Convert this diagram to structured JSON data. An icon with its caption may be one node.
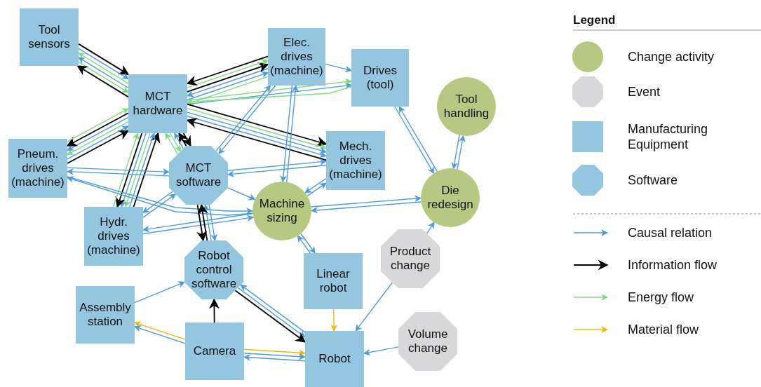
{
  "diagram": {
    "nodes": [
      {
        "text": [
          "Tool sensors"
        ]
      },
      {
        "text": [
          "Elec. drives (machine)"
        ]
      },
      {
        "text": [
          "Drives (tool)"
        ]
      },
      {
        "text": [
          "MCT hardware"
        ]
      },
      {
        "text": [
          "Tool handling"
        ]
      },
      {
        "text": [
          "Pneum. drives (machine)"
        ]
      },
      {
        "text": [
          "MCT software"
        ]
      },
      {
        "text": [
          "Mech. drives (machine)"
        ]
      },
      {
        "text": [
          "Machine sizing"
        ]
      },
      {
        "text": [
          "Die redesign"
        ]
      },
      {
        "text": [
          "Hydr. drives (machine)"
        ]
      },
      {
        "text": [
          "Robot control software"
        ]
      },
      {
        "text": [
          "Product change"
        ]
      },
      {
        "text": [
          "Linear robot"
        ]
      },
      {
        "text": [
          "Assembly station"
        ]
      },
      {
        "text": [
          "Camera"
        ]
      },
      {
        "text": [
          "Volume change"
        ]
      },
      {
        "text": [
          "Robot"
        ]
      }
    ],
    "edges": [
      {
        "from": 0,
        "to": 3,
        "arrow": "to",
        "color": "#000000"
      },
      {
        "from": 0,
        "to": 3,
        "arrow": "to"
      },
      {
        "from": 3,
        "to": 0,
        "arrow": "to",
        "color": "#7ddc7d"
      },
      {
        "from": 3,
        "to": 0,
        "arrow": "to"
      },
      {
        "from": 0,
        "to": 3,
        "arrow": "to",
        "color": "#7ddc7d"
      },
      {
        "from": 3,
        "to": 0,
        "arrow": "to",
        "color": "#000000"
      },
      {
        "from": 1,
        "to": 3,
        "arrow": "to",
        "color": "#7ddc7d"
      },
      {
        "from": 3,
        "to": 1,
        "arrow": "to"
      },
      {
        "from": 1,
        "to": 3,
        "arrow": "to"
      },
      {
        "from": 3,
        "to": 1,
        "arrow": "to",
        "color": "#000000"
      },
      {
        "from": 3,
        "to": 1,
        "arrow": "to",
        "color": "#7ddc7d"
      },
      {
        "from": 1,
        "to": 3,
        "arrow": "to",
        "color": "#000000"
      },
      {
        "from": 3,
        "to": 2,
        "arrow": "to"
      },
      {
        "from": 3,
        "to": 2,
        "arrow": "to",
        "color": "#7ddc7d"
      },
      {
        "from": 2,
        "to": 3,
        "arrow": "to",
        "color": "#7ddc7d"
      },
      {
        "from": 3,
        "to": 7,
        "arrow": "to",
        "color": "#000000"
      },
      {
        "from": 3,
        "to": 7,
        "arrow": "to",
        "color": "#7ddc7d"
      },
      {
        "from": 3,
        "to": 7,
        "arrow": "to"
      },
      {
        "from": 3,
        "to": 7,
        "arrow": "to"
      },
      {
        "from": 7,
        "to": 3,
        "arrow": "to",
        "color": "#000000"
      },
      {
        "from": 5,
        "to": 3,
        "arrow": "to",
        "color": "#000000"
      },
      {
        "from": 5,
        "to": 3,
        "arrow": "to"
      },
      {
        "from": 3,
        "to": 5,
        "arrow": "to",
        "color": "#7ddc7d"
      },
      {
        "from": 3,
        "to": 5,
        "arrow": "to"
      },
      {
        "from": 3,
        "to": 5,
        "arrow": "to",
        "color": "#000000"
      },
      {
        "from": 5,
        "to": 3,
        "arrow": "to",
        "color": "#7ddc7d"
      },
      {
        "from": 10,
        "to": 3,
        "arrow": "to",
        "color": "#000000"
      },
      {
        "from": 10,
        "to": 3,
        "arrow": "to"
      },
      {
        "from": 3,
        "to": 10,
        "arrow": "to",
        "color": "#7ddc7d"
      },
      {
        "from": 3,
        "to": 10,
        "arrow": "to"
      },
      {
        "from": 3,
        "to": 10,
        "arrow": "to",
        "color": "#000000"
      },
      {
        "from": 10,
        "to": 3,
        "arrow": "to",
        "color": "#7ddc7d"
      },
      {
        "from": 3,
        "to": 6,
        "arrow": "to",
        "color": "#000000"
      },
      {
        "from": 6,
        "to": 3,
        "arrow": "to",
        "color": "#000000"
      },
      {
        "from": 6,
        "to": 3,
        "arrow": "to"
      },
      {
        "from": 3,
        "to": 6,
        "arrow": "to",
        "color": "#7ddc7d"
      },
      {
        "from": 6,
        "to": 3,
        "arrow": "to",
        "color": "#7ddc7d"
      },
      {
        "from": 1,
        "to": 2,
        "arrow": "to"
      },
      {
        "from": 1,
        "to": 6,
        "arrow": "to"
      },
      {
        "from": 6,
        "to": 1,
        "arrow": "to"
      },
      {
        "from": 8,
        "to": 1,
        "arrow": "to"
      },
      {
        "from": 1,
        "to": 8,
        "arrow": "to"
      },
      {
        "from": 6,
        "to": 7,
        "arrow": "to"
      },
      {
        "from": 7,
        "to": 6,
        "arrow": "to"
      },
      {
        "from": 8,
        "to": 7,
        "arrow": "to"
      },
      {
        "from": 7,
        "to": 8,
        "arrow": "to"
      },
      {
        "from": 5,
        "to": 6,
        "arrow": "to"
      },
      {
        "from": 6,
        "to": 5,
        "arrow": "to"
      },
      {
        "from": 5,
        "to": 8,
        "arrow": "to"
      },
      {
        "from": 8,
        "to": 5,
        "arrow": "to"
      },
      {
        "from": 10,
        "to": 6,
        "arrow": "to"
      },
      {
        "from": 6,
        "to": 10,
        "arrow": "to"
      },
      {
        "from": 10,
        "to": 8,
        "arrow": "to"
      },
      {
        "from": 8,
        "to": 10,
        "arrow": "to"
      },
      {
        "from": 6,
        "to": 8,
        "arrow": "to"
      },
      {
        "from": 6,
        "to": 11,
        "arrow": "to"
      },
      {
        "from": 11,
        "to": 6,
        "arrow": "to"
      },
      {
        "from": 11,
        "to": 6,
        "arrow": "to",
        "color": "#000000"
      },
      {
        "from": 6,
        "to": 11,
        "arrow": "to",
        "color": "#000000"
      },
      {
        "from": 8,
        "to": 9,
        "arrow": "to"
      },
      {
        "from": 9,
        "to": 8,
        "arrow": "to"
      },
      {
        "from": 8,
        "to": 13,
        "arrow": "to"
      },
      {
        "from": 13,
        "to": 8,
        "arrow": "to"
      },
      {
        "from": 9,
        "to": 2,
        "arrow": "to"
      },
      {
        "from": 2,
        "to": 9,
        "arrow": "to"
      },
      {
        "from": 9,
        "to": 4,
        "arrow": "to"
      },
      {
        "from": 4,
        "to": 9,
        "arrow": "to"
      },
      {
        "from": 12,
        "to": 9,
        "arrow": "to"
      },
      {
        "from": 12,
        "to": 17,
        "arrow": "to"
      },
      {
        "from": 16,
        "to": 17,
        "arrow": "to"
      },
      {
        "from": 13,
        "to": 17,
        "arrow": "to",
        "color": "#f5b800"
      },
      {
        "from": 17,
        "to": 11,
        "arrow": "to"
      },
      {
        "from": 11,
        "to": 17,
        "arrow": "to"
      },
      {
        "from": 11,
        "to": 17,
        "arrow": "to",
        "color": "#000000"
      },
      {
        "from": 15,
        "to": 11,
        "arrow": "to",
        "color": "#000000"
      },
      {
        "from": 14,
        "to": 11,
        "arrow": "to"
      },
      {
        "from": 15,
        "to": 14,
        "arrow": "to",
        "color": "#f5b800"
      },
      {
        "from": 15,
        "to": 14,
        "arrow": "to"
      },
      {
        "from": 15,
        "to": 17,
        "arrow": "to",
        "color": "#f5b800"
      },
      {
        "from": 15,
        "to": 17,
        "arrow": "to"
      },
      {
        "from": 17,
        "to": 15,
        "arrow": "to"
      }
    ],
    "labels": [
      "Legend"
    ],
    "legend": [
      {
        "text": "Change activity",
        "color": "#b5c982"
      },
      {
        "text": "Event",
        "color": "#d8d8da"
      },
      {
        "text": "Manufacturing Equipment",
        "color": "#95c6e0"
      },
      {
        "text": "Software",
        "color": "#95c6e0"
      },
      {
        "text": "Causal relation"
      },
      {
        "text": "Information flow"
      },
      {
        "text": "Energy flow"
      },
      {
        "text": "Material flow"
      }
    ]
  }
}
